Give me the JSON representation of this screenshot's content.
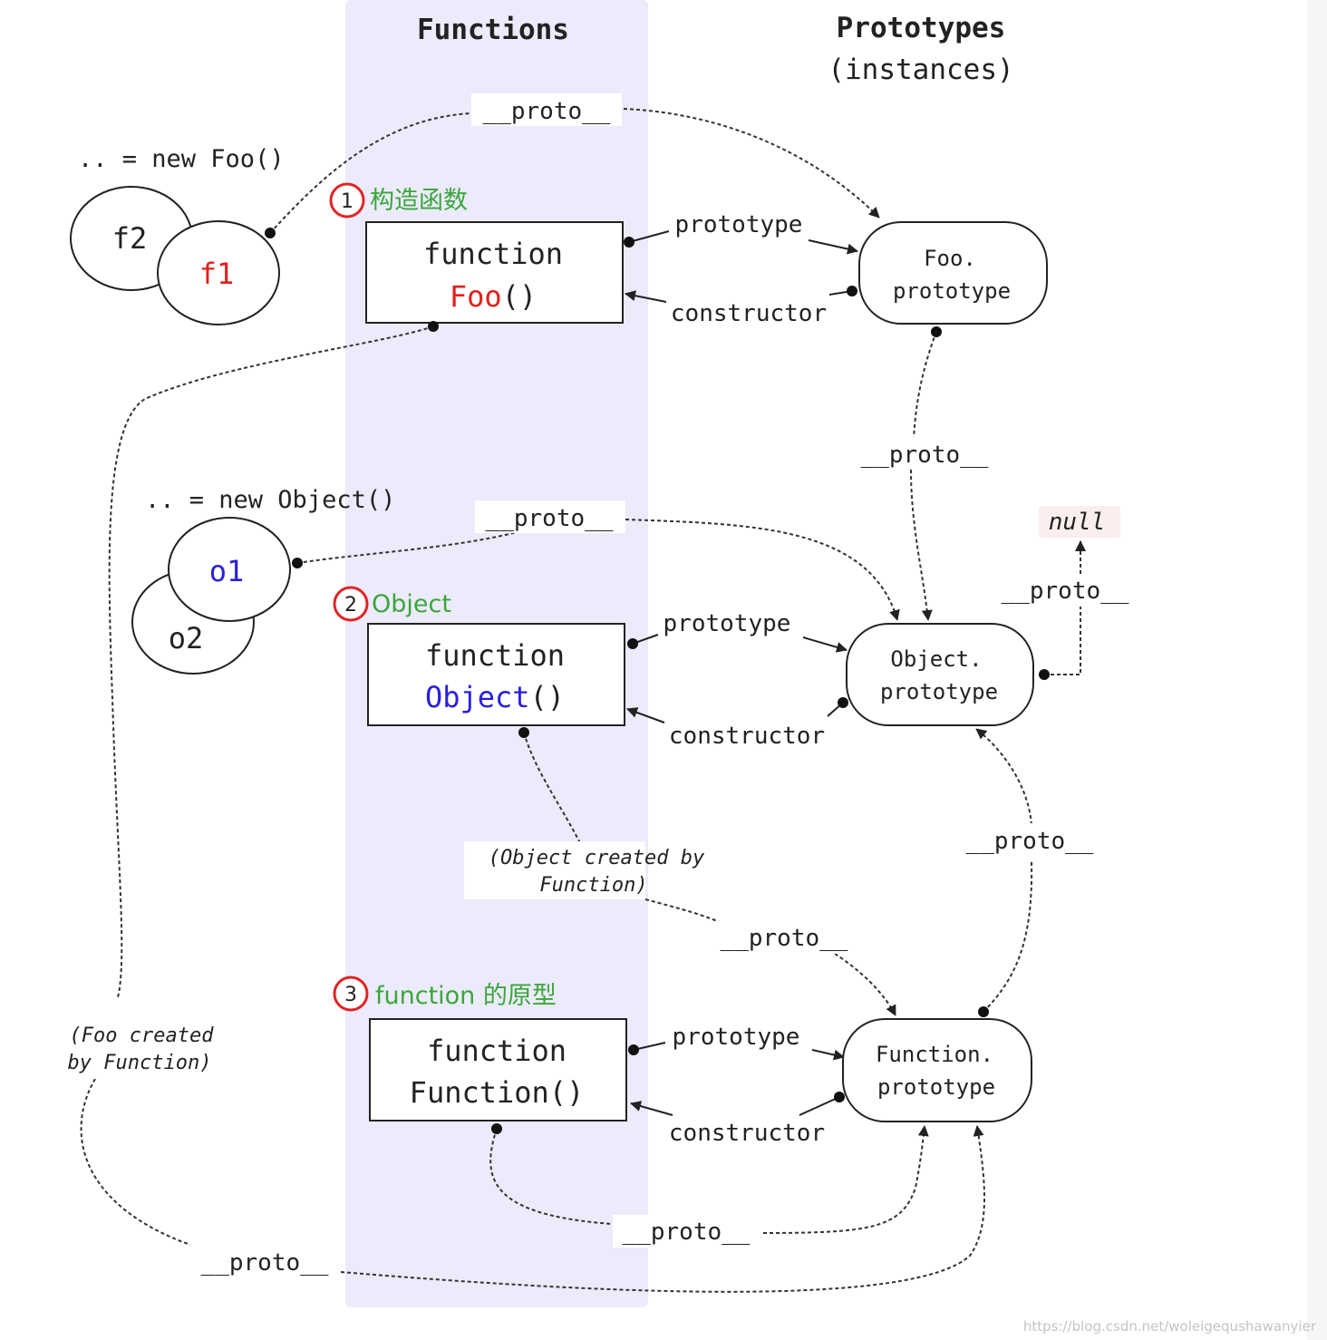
{
  "columns": {
    "functions": "Functions",
    "prototypes_line1": "Prototypes",
    "prototypes_line2": "(instances)"
  },
  "snippets": {
    "new_foo": ".. = new Foo()",
    "new_object": ".. = new Object()"
  },
  "instances": {
    "f1": "f1",
    "f2": "f2",
    "o1": "o1",
    "o2": "o2"
  },
  "functions": {
    "foo": {
      "line1": "function",
      "name": "Foo",
      "parens": "()"
    },
    "object": {
      "line1": "function",
      "name": "Object",
      "parens": "()"
    },
    "function": {
      "line1": "function",
      "line2": "Function()"
    }
  },
  "prototypes": {
    "foo": {
      "line1": "Foo.",
      "line2": "prototype"
    },
    "object": {
      "line1": "Object.",
      "line2": "prototype"
    },
    "function": {
      "line1": "Function.",
      "line2": "prototype"
    }
  },
  "null_label": "null",
  "link_labels": {
    "proto": "__proto__",
    "prototype": "prototype",
    "constructor": "constructor"
  },
  "notes": {
    "object_created_line1": "(Object created by",
    "object_created_line2": "Function)",
    "foo_created_line1": "(Foo created",
    "foo_created_line2": "by Function)"
  },
  "annotations": [
    {
      "number": "1",
      "text": "构造函数"
    },
    {
      "number": "2",
      "text": "Object"
    },
    {
      "number": "3",
      "text": "function 的原型"
    }
  ],
  "colors": {
    "functions_band": "#ecebfc",
    "f1_text": "#e0201a",
    "foo_name": "#e0201a",
    "o1_text": "#2a1fdc",
    "object_name": "#2a1fdc",
    "annotation_text": "#3aa63a",
    "annotation_circle": "#e02424",
    "null_bg": "#fbeeee"
  },
  "watermark": "https://blog.csdn.net/woleigequshawanyier"
}
